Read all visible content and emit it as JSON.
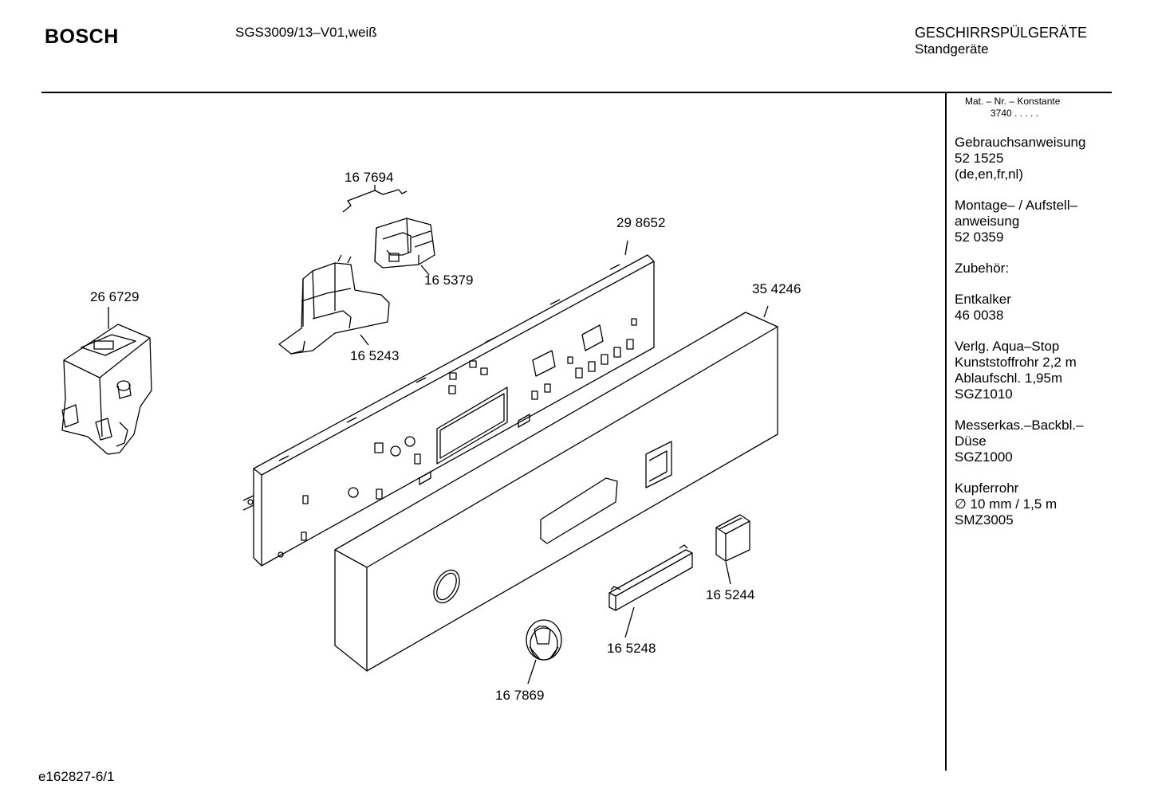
{
  "header": {
    "brand": "BOSCH",
    "model": "SGS3009/13–V01,weiß",
    "category": "GESCHIRRSPÜLGERÄTE",
    "subcategory": "Standgeräte"
  },
  "sidebar": {
    "mat_label": "Mat. – Nr. – Konstante",
    "mat_value": "3740  .   .   .   .   .",
    "blocks": [
      {
        "lines": [
          "Gebrauchsanweisung",
          "52 1525",
          "(de,en,fr,nl)"
        ]
      },
      {
        "lines": [
          "Montage– / Aufstell–",
          "anweisung",
          "52 0359"
        ]
      },
      {
        "lines": [
          "Zubehör:"
        ]
      },
      {
        "lines": [
          "Entkalker",
          "46 0038"
        ]
      },
      {
        "lines": [
          "Verlg. Aqua–Stop",
          "Kunststoffrohr 2,2 m",
          "Ablaufschl. 1,95m",
          "SGZ1010"
        ]
      },
      {
        "lines": [
          "Messerkas.–Backbl.–",
          "Düse",
          "SGZ1000"
        ]
      },
      {
        "lines": [
          "Kupferrohr",
          "∅ 10 mm / 1,5 m",
          "SMZ3005"
        ]
      }
    ]
  },
  "parts": {
    "p167694": "16 7694",
    "p298652": "29 8652",
    "p165379": "16 5379",
    "p266729": "26 6729",
    "p354246": "35 4246",
    "p165243": "16 5243",
    "p165244": "16 5244",
    "p165248": "16 5248",
    "p167869": "16 7869"
  },
  "footer": {
    "code": "e162827-6/1"
  }
}
